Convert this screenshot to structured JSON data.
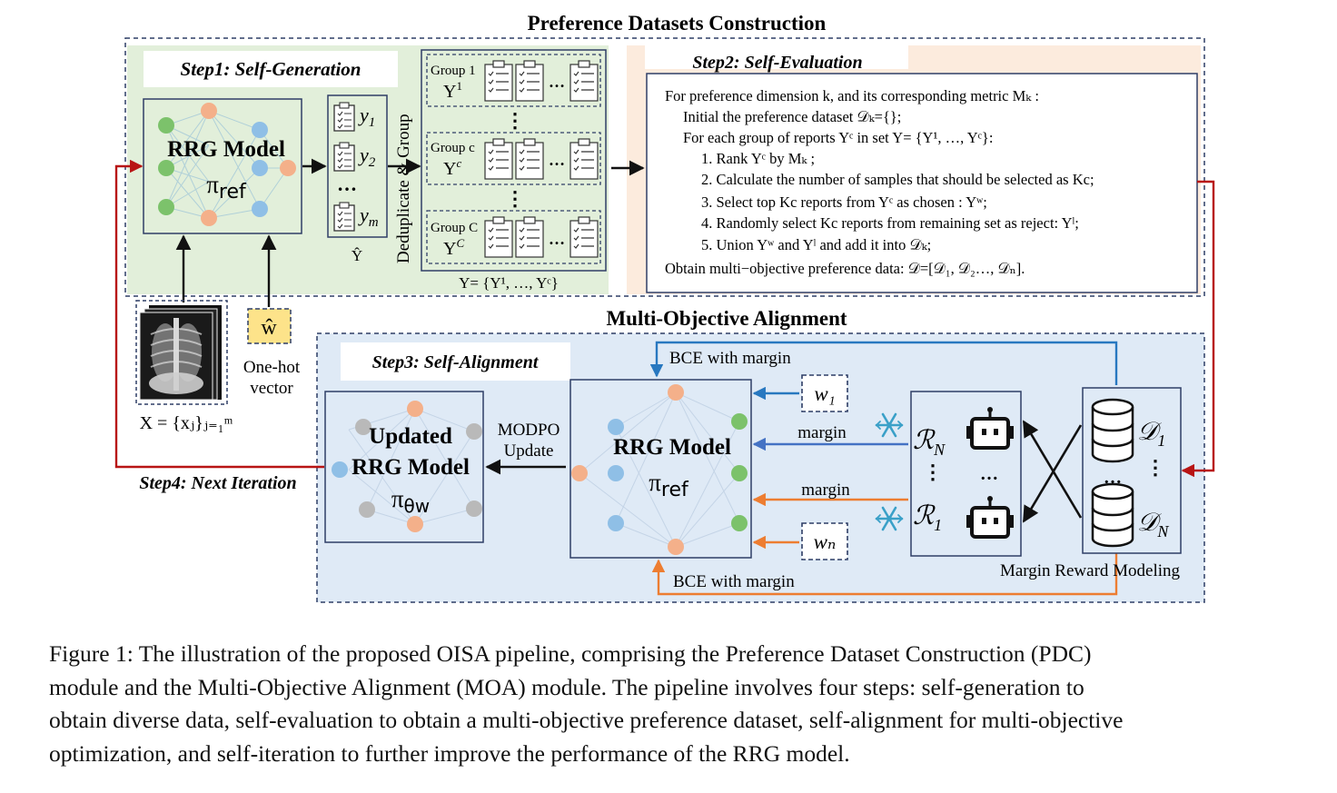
{
  "colors": {
    "green_panel": "#e2efda",
    "peach_panel": "#fcebdd",
    "blue_panel": "#dfeaf6",
    "node_green": "#7cc26b",
    "node_orange": "#f4b08a",
    "node_blue": "#8fbfe6",
    "node_gray": "#b9b9b9",
    "arrow_red": "#b81414",
    "arrow_blue": "#2878c0",
    "arrow_steel": "#4472c4",
    "arrow_orange": "#ed7d31",
    "hat_yellow": "#fde38a"
  },
  "pdc": {
    "title": "Preference Datasets Construction",
    "step1": "Step1: Self-Generation",
    "model_name": "RRG Model",
    "model_policy": "π",
    "model_sub": "ref",
    "outputs": [
      {
        "var": "y",
        "sub": "1"
      },
      {
        "var": "y",
        "sub": "2"
      },
      {
        "var": "y",
        "sub": "m"
      }
    ],
    "out_ellipsis": "…",
    "y_hat": "Ŷ",
    "dedup_label": "Deduplicate & Group",
    "groups": [
      {
        "label": "Group 1",
        "sym": "Y",
        "sup": "1"
      },
      {
        "label": "Group c",
        "sym": "Y",
        "sup": "c"
      },
      {
        "label": "Group C",
        "sym": "Y",
        "sup": "C"
      }
    ],
    "group_ellipsis": "⋮",
    "set_caption": "Y= {Y¹, …, Yᶜ}",
    "step2": "Step2: Self-Evaluation",
    "eval_lines": [
      "For preference dimension k, and its corresponding metric Mₖ :",
      "Initial the preference dataset 𝒟ₖ={};",
      "For each group of reports Yᶜ in set Y= {Y¹, …, Yᶜ}:",
      "1. Rank Yᶜ by Mₖ ;",
      "2. Calculate the number of samples that should be selected as Kc;",
      "3. Select top Kc reports from Yᶜ as chosen : Yʷ;",
      "4. Randomly select Kc reports from remaining set as reject: Yˡ;",
      "5. Union Yʷ and Yˡ and add it into 𝒟ₖ;",
      "Obtain multi−objective preference data: 𝒟=[𝒟₁, 𝒟₂…, 𝒟ₙ]."
    ],
    "input_label": "X = {xⱼ}ⱼ₌₁ᵐ",
    "w_hat": "ŵ",
    "onehot_line1": "One-hot",
    "onehot_line2": "vector"
  },
  "moa": {
    "title": "Multi-Objective Alignment",
    "step3": "Step3: Self-Alignment",
    "updated_line1": "Updated",
    "updated_line2": "RRG Model",
    "updated_policy": "π",
    "updated_sub": "θw",
    "modpo_line1": "MODPO",
    "modpo_line2": "Update",
    "model_name": "RRG Model",
    "model_policy": "π",
    "model_sub": "ref",
    "bce_top": "BCE with margin",
    "bce_bottom": "BCE with margin",
    "margin_top": "margin",
    "margin_bottom": "margin",
    "w1": "w₁",
    "wN": "wₙ",
    "reward_top": "ℛ",
    "reward_top_sub": "N",
    "reward_bottom": "ℛ",
    "reward_bottom_sub": "1",
    "reward_dots": "⋮",
    "robot_dots": "…",
    "datasets": [
      {
        "sym": "𝒟",
        "sub": "1"
      },
      {
        "sym": "𝒟",
        "sub": "N"
      }
    ],
    "dataset_dots": "⋮",
    "cyl_dots": "…",
    "reward_caption": "Margin Reward Modeling",
    "step4": "Step4: Next Iteration"
  },
  "caption": [
    "Figure 1: The illustration of the proposed OISA pipeline, comprising the Preference Dataset Construction (PDC)",
    "module and the Multi-Objective Alignment (MOA) module. The pipeline involves four steps: self-generation to",
    "obtain diverse data, self-evaluation to obtain a multi-objective preference dataset, self-alignment for multi-objective",
    "optimization, and self-iteration to further improve the performance of the RRG model."
  ]
}
